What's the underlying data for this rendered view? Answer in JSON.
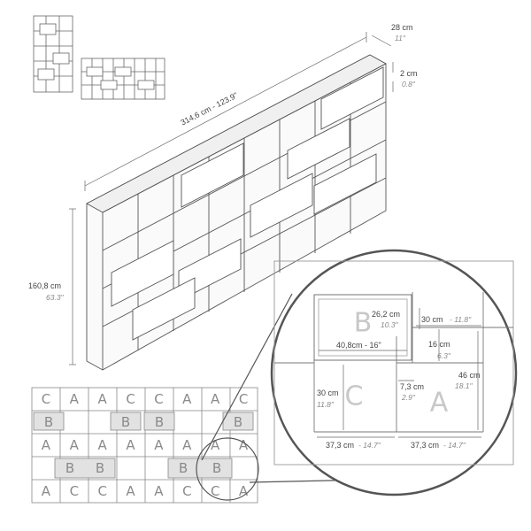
{
  "dimensions": {
    "depth_cm": "28 cm",
    "depth_in": "11\"",
    "shelf_cm": "2 cm",
    "shelf_in": "0.8\"",
    "width": "314,6 cm - 123.9\"",
    "height_cm": "160,8 cm",
    "height_in": "63.3\""
  },
  "detail": {
    "b_height_cm": "26,2 cm",
    "b_height_in": "10.3\"",
    "b_width": "40,8cm - 16\"",
    "gap_width_cm": "30 cm",
    "gap_width_in": "- 11.8\"",
    "step_cm": "16 cm",
    "step_in": "6.3\"",
    "a_height_cm": "46 cm",
    "a_height_in": "18.1\"",
    "c_height_cm": "30 cm",
    "c_height_in": "11.8\"",
    "offset_cm": "7,3 cm",
    "offset_in": "2.9\"",
    "col1_cm": "37,3 cm",
    "col1_in": "- 14.7\"",
    "col2_cm": "37,3 cm",
    "col2_in": "- 14.7\"",
    "letter_b": "B",
    "letter_c": "C",
    "letter_a": "A"
  },
  "layout_grid": {
    "rows": [
      [
        "C",
        "A",
        "A",
        "C",
        "C",
        "A",
        "A",
        "C"
      ],
      [
        "B",
        "",
        "",
        "B",
        "B",
        "",
        "",
        "B"
      ],
      [
        "A",
        "A",
        "A",
        "A",
        "A",
        "A",
        "A",
        "A"
      ],
      [
        "",
        "B",
        "B",
        "",
        "",
        "B",
        "B",
        ""
      ],
      [
        "A",
        "C",
        "C",
        "A",
        "A",
        "C",
        "C",
        "A"
      ]
    ]
  }
}
